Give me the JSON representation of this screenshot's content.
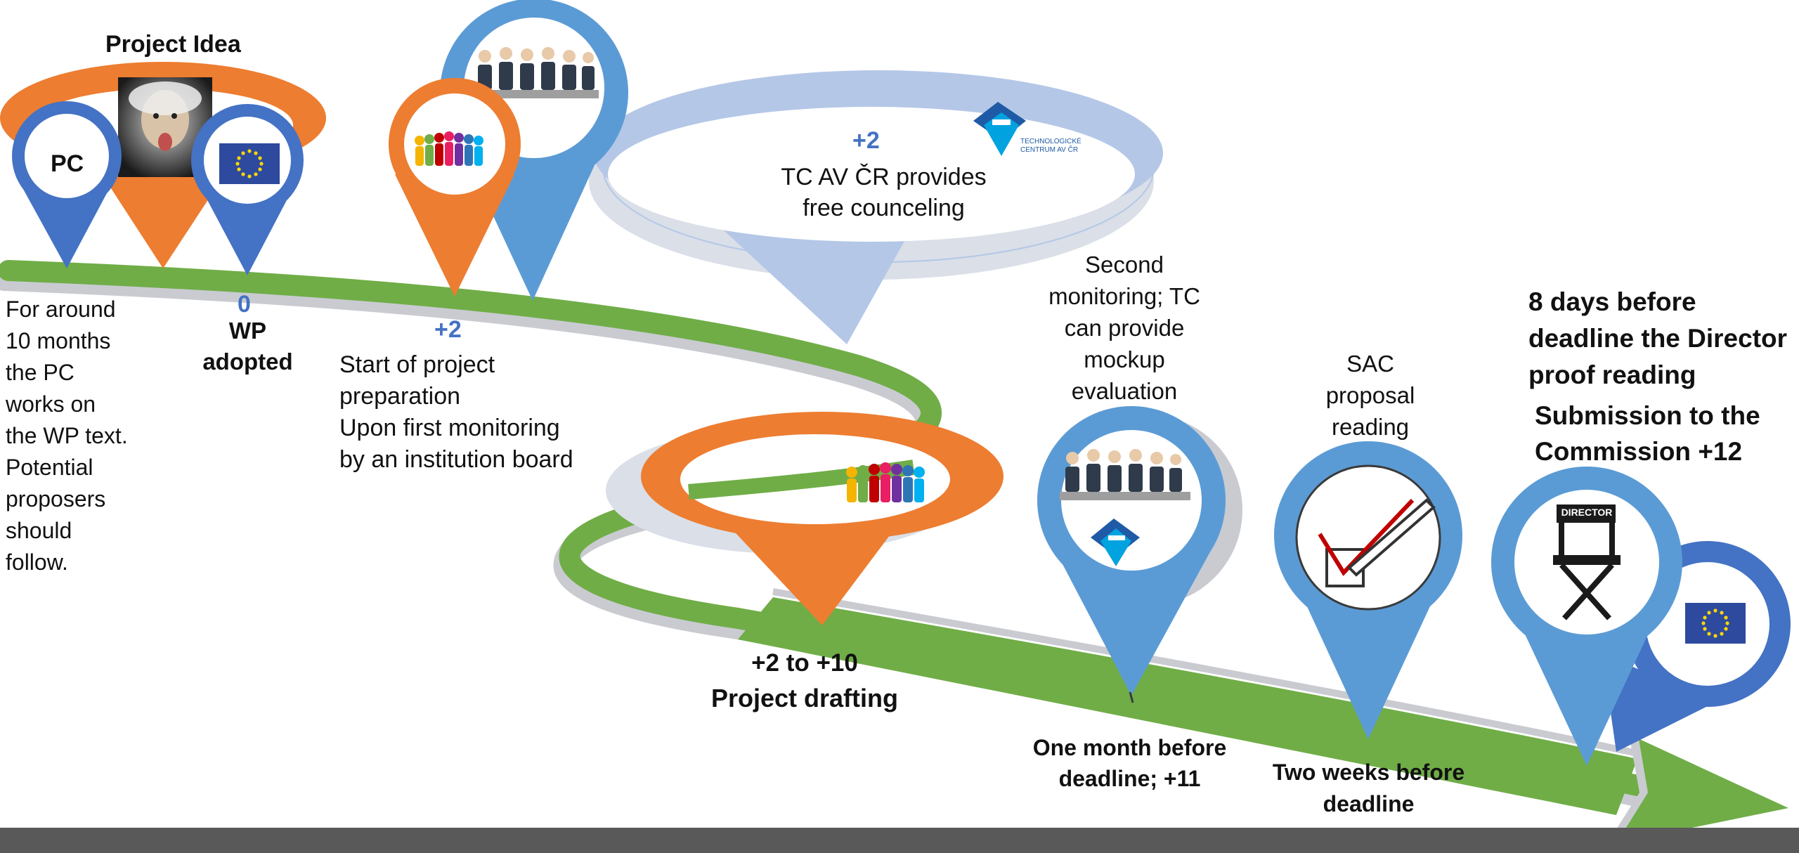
{
  "milestones": {
    "project_idea": "Project Idea",
    "pc_label": "PC",
    "pc_note": "For around\n10 months\nthe PC\nworks on\nthe WP text.\nPotential\nproposers\nshould\nfollow.",
    "wp_value": "0",
    "wp_label": "WP\nadopted",
    "prep_value": "+2",
    "prep_label": "Start of project\npreparation\nUpon first monitoring\nby an institution board",
    "tc_value": "+2",
    "tc_label": "TC AV ČR provides\nfree  counceling",
    "drafting_value": "+2 to +10",
    "drafting_label": "Project drafting",
    "second_monitoring": "Second\nmonitoring; TC\ncan provide\nmockup\nevaluation",
    "one_month": "One month before\ndeadline; +11",
    "sac_reading": "SAC\nproposal\nreading",
    "two_weeks": "Two weeks before\ndeadline",
    "director_reading": "8 days before\ndeadline the Director\nproof reading",
    "submission": "Submission to the\nCommission +12"
  },
  "logos": {
    "tc_logo_text": "TECHNOLOGICKÉ\nCENTRUM AV ČR",
    "director_chair_text": "DIRECTOR"
  },
  "colors": {
    "orange": "#ed7d31",
    "blue": "#5b9bd5",
    "dark_blue": "#4472c4",
    "light_blue": "#b4c7e7",
    "green": "#70ad47",
    "footer": "#595959"
  },
  "icons": [
    "einstein-photo",
    "eu-flag-icon",
    "people-group-icon",
    "meeting-table-icon",
    "tc-logo-icon",
    "checkbox-icon",
    "director-chair-icon"
  ]
}
